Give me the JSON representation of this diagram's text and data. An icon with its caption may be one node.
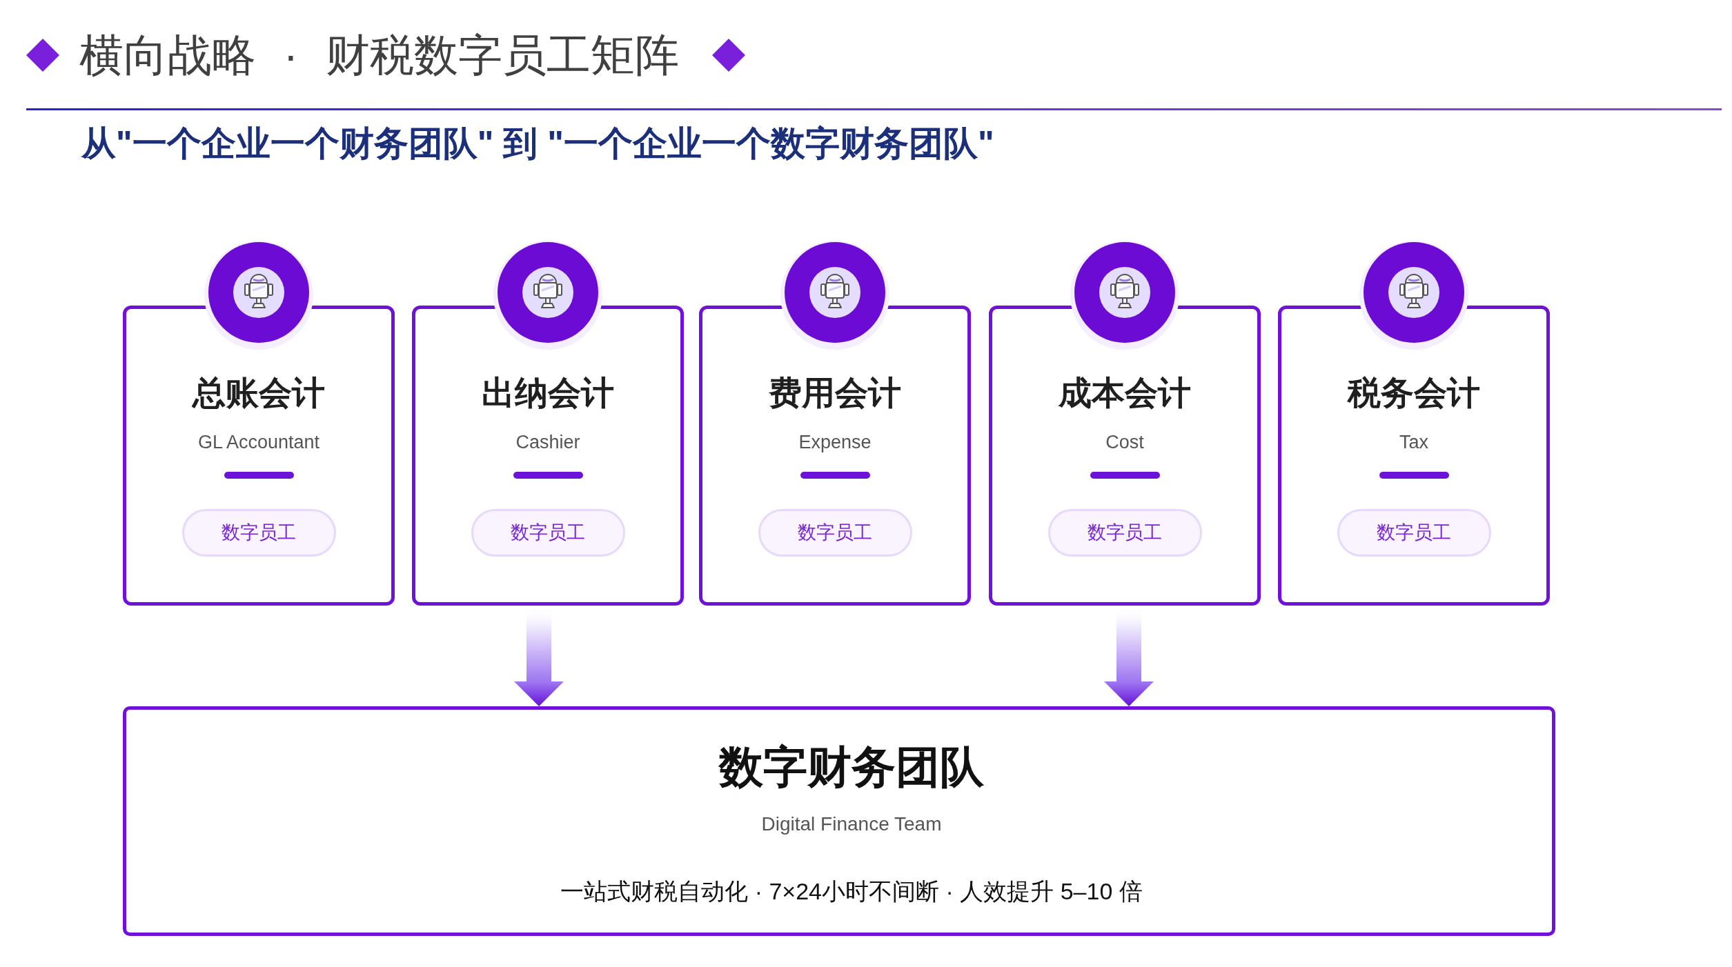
{
  "diagram": {
    "title": "横向战略 · 财税数字员工矩阵",
    "nodes": [
      {
        "text": [
          "总账会计",
          "GL Accountant"
        ]
      },
      {
        "text": [
          "数字员工"
        ],
        "in": 0
      },
      {
        "text": [
          "出纳会计",
          "Cashier"
        ]
      },
      {
        "text": [
          "数字员工"
        ],
        "in": 2
      },
      {
        "text": [
          "费用会计",
          "Expense"
        ]
      },
      {
        "text": [
          "数字员工"
        ],
        "in": 4
      },
      {
        "text": [
          "成本会计",
          "Cost"
        ]
      },
      {
        "text": [
          "数字员工"
        ],
        "in": 6
      },
      {
        "text": [
          "税务会计",
          "Tax"
        ]
      },
      {
        "text": [
          "数字员工"
        ],
        "in": 8
      },
      {
        "text": [
          "数字财务团队",
          "Digital Finance Team",
          "一站式财税自动化 · 7×24小时不间断 · 人效提升 5–10 倍"
        ]
      }
    ],
    "edges": [
      {
        "from": 2,
        "to": 10,
        "arrow": "to",
        "style": "thick"
      },
      {
        "from": 6,
        "to": 10,
        "arrow": "to",
        "style": "thick"
      }
    ],
    "labels": [
      "从\"一个企业一个财务团队\" 到 \"一个企业一个数字财务团队\""
    ]
  }
}
